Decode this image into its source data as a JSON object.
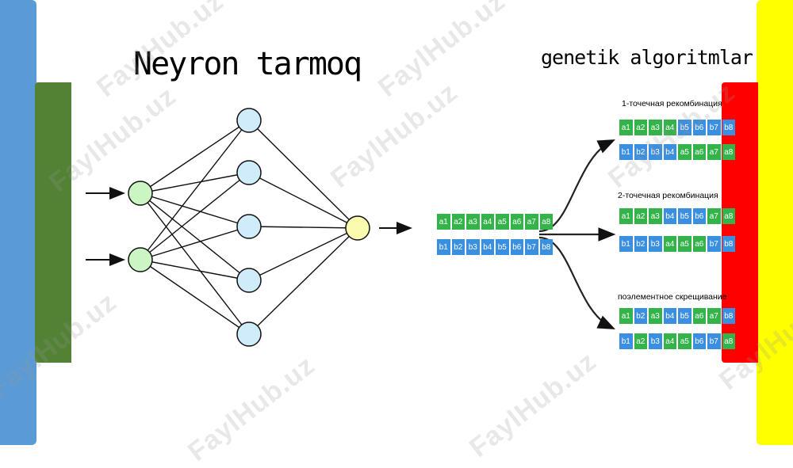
{
  "titles": {
    "neural_network": "Neyron tarmoq",
    "genetic_algorithms": "genetik algoritmlar"
  },
  "watermark": "FaylHub.uz",
  "recombinations": [
    {
      "label": "1-точечная рекомбинация",
      "rows": [
        [
          "a1",
          "a2",
          "a3",
          "a4",
          "b5",
          "b6",
          "b7",
          "b8"
        ],
        [
          "b1",
          "b2",
          "b3",
          "b4",
          "a5",
          "a6",
          "a7",
          "a8"
        ]
      ]
    },
    {
      "label": "2-точечная рекомбинация",
      "rows": [
        [
          "a1",
          "a2",
          "a3",
          "b4",
          "b5",
          "b6",
          "a7",
          "a8"
        ],
        [
          "b1",
          "b2",
          "b3",
          "a4",
          "a5",
          "a6",
          "b7",
          "b8"
        ]
      ]
    },
    {
      "label": "поэлементное скрещивание",
      "rows": [
        [
          "a1",
          "b2",
          "a3",
          "b4",
          "b5",
          "a6",
          "a7",
          "b8"
        ],
        [
          "b1",
          "a2",
          "b3",
          "a4",
          "a5",
          "b6",
          "b7",
          "a8"
        ]
      ]
    }
  ],
  "parents": [
    [
      "a1",
      "a2",
      "a3",
      "a4",
      "a5",
      "a6",
      "a7",
      "a8"
    ],
    [
      "b1",
      "b2",
      "b3",
      "b4",
      "b5",
      "b6",
      "b7",
      "b8"
    ]
  ],
  "colors": {
    "bar_blue": "#5b9bd5",
    "bar_green": "#548235",
    "bar_yellow": "#ffff00",
    "bar_red": "#ff0000",
    "input_node": "#ccf5c4",
    "hidden_node": "#d0ecfb",
    "output_node": "#fbfbb0",
    "gene_a": "#34b34a",
    "gene_b": "#3a8fe0"
  }
}
